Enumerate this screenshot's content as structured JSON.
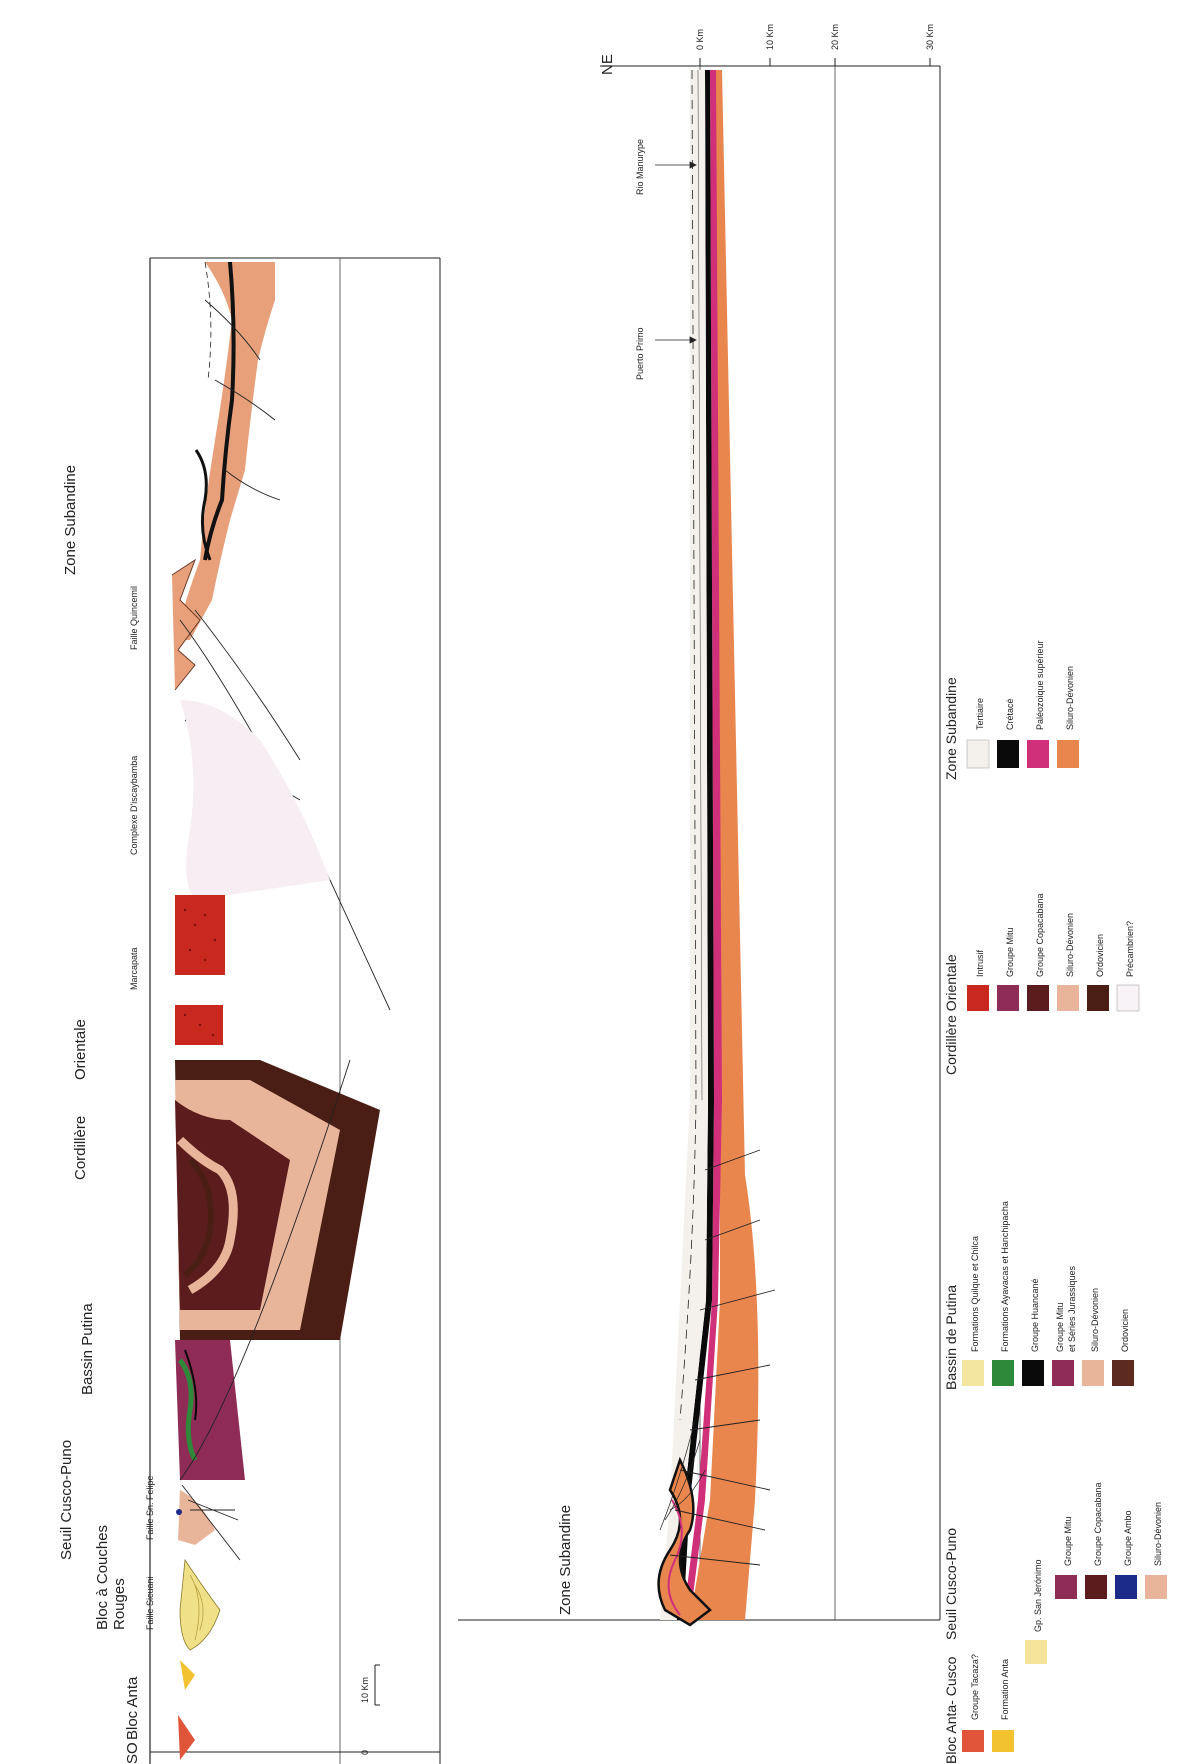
{
  "section_left": {
    "orientation_start": "SO",
    "zones": {
      "bloc_anta": "Bloc Anta",
      "bloc_couches_rouges_1": "Bloc à Couches",
      "bloc_couches_rouges_2": "Rouges",
      "seuil": "Seuil  Cusco-Puno",
      "bassin": "Bassin  Putina",
      "cordillere_1": "Cordillère",
      "cordillere_2": "Orientale",
      "subandine": "Zone  Subandine"
    },
    "annotations": {
      "faille_sicuani": "Faille  Sicuani",
      "faille_sn_felipe": "Faille  Sn.  Felipe",
      "marcapata": "Marcapata",
      "complexe": "Complexe  D'iscaybamba",
      "faille_quincemil": "Faille  Quincemil"
    },
    "scale_bar": {
      "zero": "0",
      "label": "10 Km"
    }
  },
  "section_right": {
    "orientation_end": "NE",
    "zone_label": "Zone  Subandine",
    "depth_labels": [
      "0 Km",
      "10 Km",
      "20 Km",
      "30 Km"
    ],
    "annotations": {
      "rio_manurype": "Rio  Manurype",
      "puerto_primo": "Puerto  Primo"
    }
  },
  "legend": {
    "groups": [
      {
        "title": "Bloc  Anta-  Cusco",
        "items": [
          {
            "label": "Groupe  Tacaza?",
            "color": "#e0553a"
          },
          {
            "label": "Formation  Anta",
            "color": "#f2c230"
          }
        ]
      },
      {
        "title": "Seuil  Cusco-Puno",
        "items": [
          {
            "label": "Gp. San  Jerónimo",
            "color": "#f5e49a"
          },
          {
            "label": "Groupe  Mitu",
            "color": "#8e2c56"
          },
          {
            "label": "Groupe  Copacabana",
            "color": "#5a1c1c"
          },
          {
            "label": "Groupe  Ambo",
            "color": "#1c2a8a"
          },
          {
            "label": "Siluro-Dévonien",
            "color": "#e8b49a"
          }
        ]
      },
      {
        "title": "Bassin  de  Putina",
        "items": [
          {
            "label": "Formations  Quilque  et  Chilca",
            "color": "#f3e6a0"
          },
          {
            "label": "Formations  Ayavacas  et  Hanchipacha",
            "color": "#2e8a3a"
          },
          {
            "label": "Groupe  Huancané",
            "color": "#0a0a0a"
          },
          {
            "label": "Groupe  Mitu",
            "label2": "et  Séries  Jurassiques",
            "color": "#8e2c56"
          },
          {
            "label": "Siluro-Dévonien",
            "color": "#e8b49a"
          },
          {
            "label": "Ordovicien",
            "color": "#5c2a1e"
          }
        ]
      },
      {
        "title": "Cordillère   Orientale",
        "items": [
          {
            "label": "Intrusif",
            "color": "#c8281e"
          },
          {
            "label": "Groupe  Mitu",
            "color": "#8e2c56"
          },
          {
            "label": "Groupe  Copacabana",
            "color": "#5a1c1c"
          },
          {
            "label": "Siluro-Dévonien",
            "color": "#e8b49a"
          },
          {
            "label": "Ordovicien",
            "color": "#4a1e14"
          },
          {
            "label": "Précambrien?",
            "color": "#f7f3f6"
          }
        ]
      },
      {
        "title": "Zone  Subandine",
        "items": [
          {
            "label": "Tertiaire",
            "color": "#f4f1ec"
          },
          {
            "label": "Crétacé",
            "color": "#0a0a0a"
          },
          {
            "label": "Paléozoique  supérieur",
            "color": "#d0307a"
          },
          {
            "label": "Siluro-Dévonien",
            "color": "#e8864e"
          }
        ]
      }
    ]
  }
}
